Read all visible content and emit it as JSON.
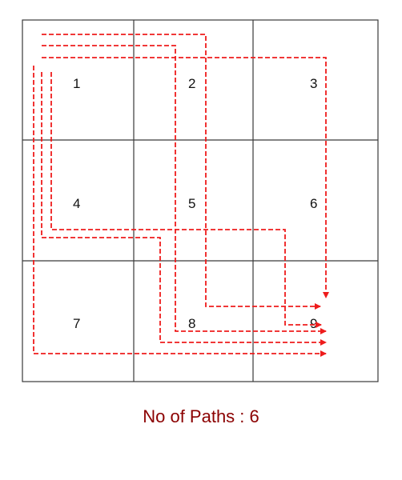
{
  "grid": {
    "rows": 3,
    "cols": 3,
    "cell_labels": [
      "1",
      "2",
      "3",
      "4",
      "5",
      "6",
      "7",
      "8",
      "9"
    ]
  },
  "caption": "No of Paths : 6",
  "colors": {
    "grid_line": "#3a3a3a",
    "path": "#ee1c1c",
    "caption": "#8b0000"
  },
  "paths": [
    {
      "route": [
        "1",
        "2",
        "5",
        "8",
        "9"
      ]
    },
    {
      "route": [
        "1",
        "2",
        "3",
        "6",
        "9"
      ]
    },
    {
      "route": [
        "1",
        "2",
        "5",
        "8",
        "9"
      ]
    },
    {
      "route": [
        "1",
        "4",
        "5",
        "6",
        "9"
      ]
    },
    {
      "route": [
        "1",
        "4",
        "5",
        "8",
        "9"
      ]
    },
    {
      "route": [
        "1",
        "4",
        "7",
        "8",
        "9"
      ]
    }
  ]
}
